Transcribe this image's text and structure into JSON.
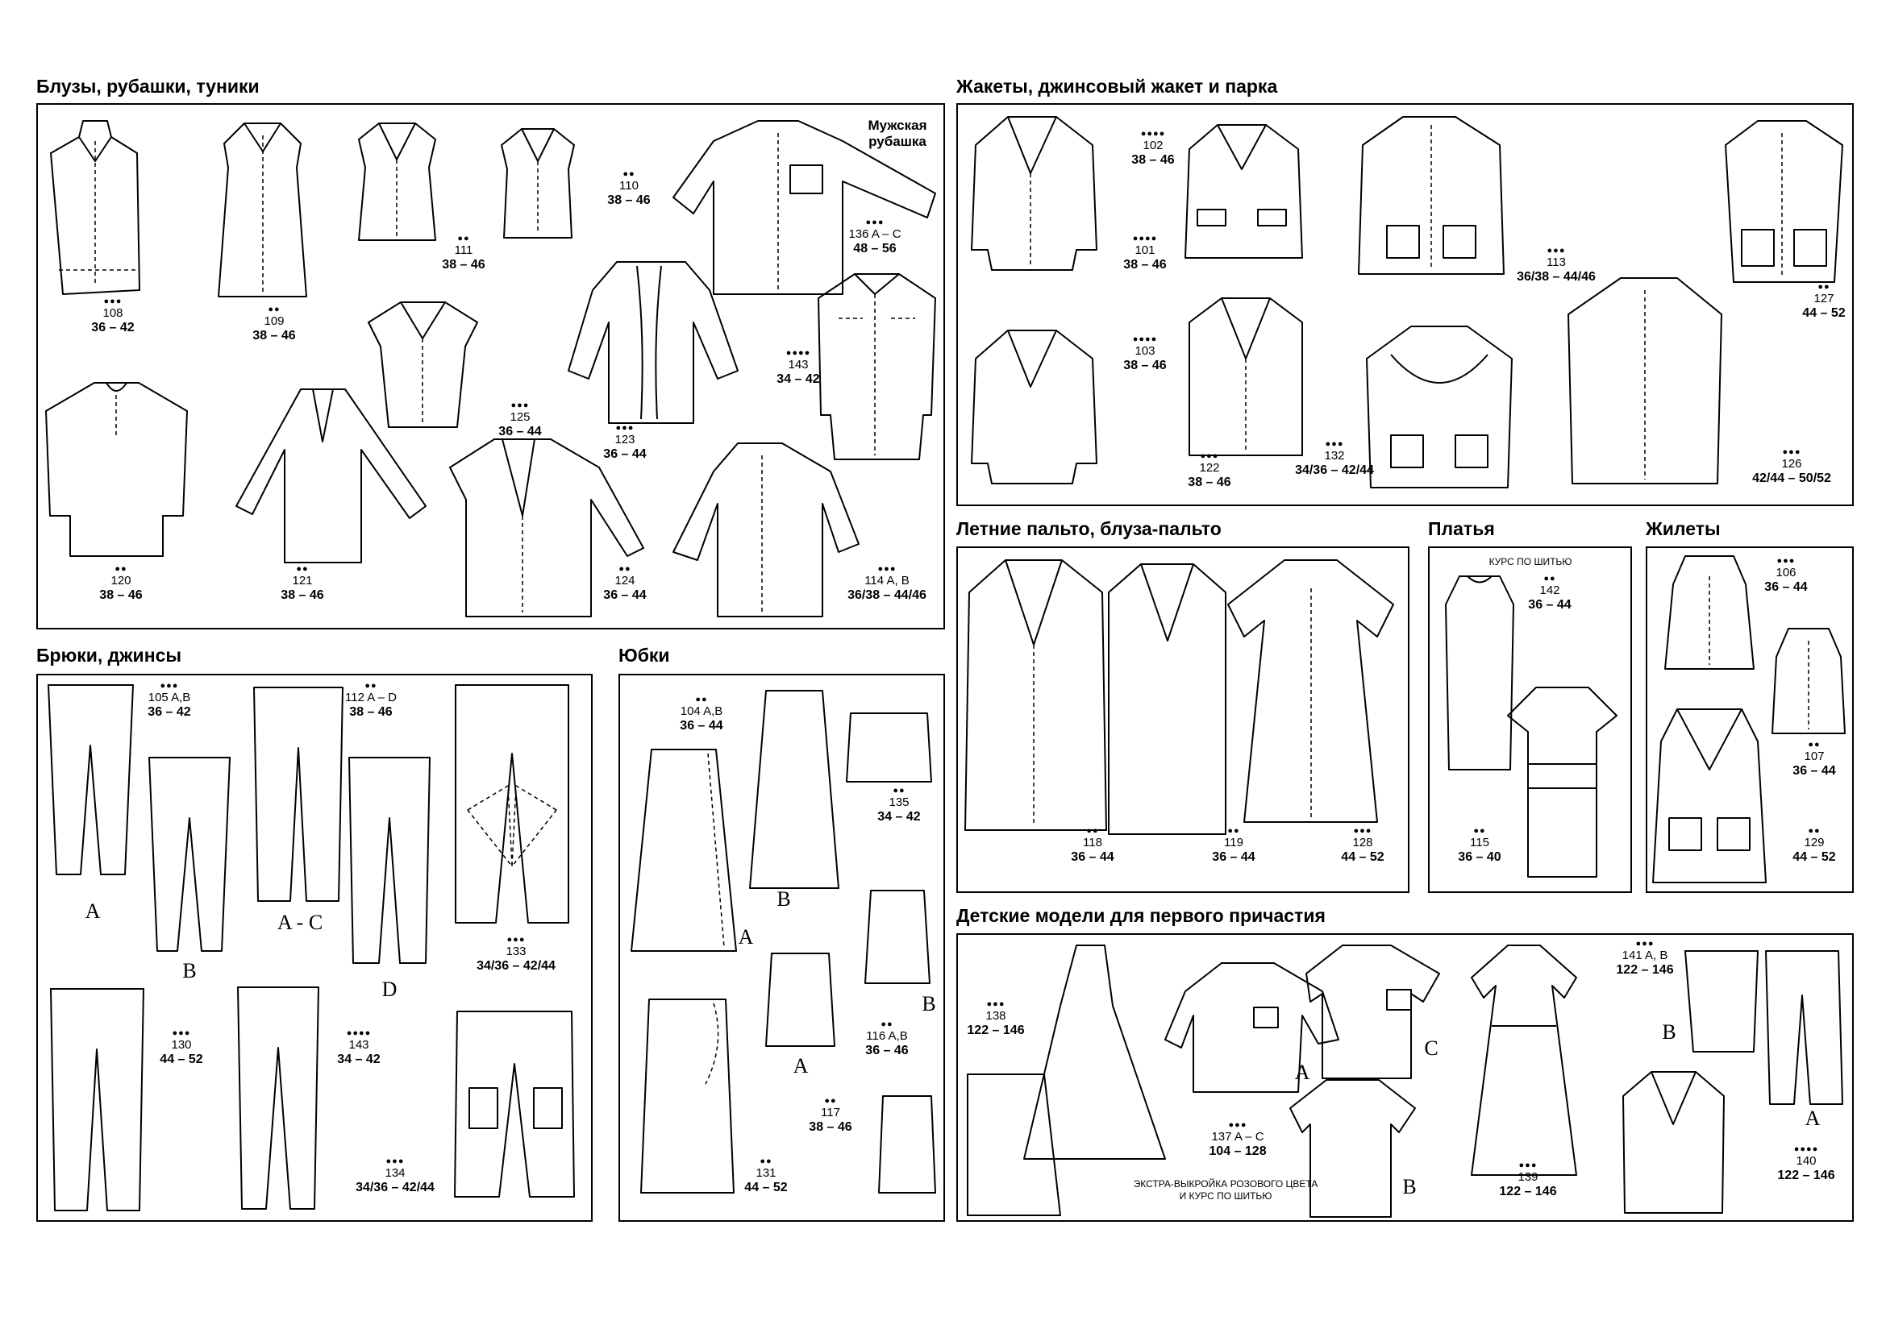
{
  "sections": {
    "blouses": "Блузы, рубашки, туники",
    "jackets": "Жакеты, джинсовый жакет и парка",
    "trousers": "Брюки, джинсы",
    "skirts": "Юбки",
    "coats": "Летние пальто, блуза-пальто",
    "dresses": "Платья",
    "vests": "Жилеты",
    "kids": "Детские модели для первого причастия"
  },
  "notes": {
    "mens_shirt": "Мужская рубашка",
    "course_142": "КУРС ПО ШИТЬЮ",
    "extra_137": "ЭКСТРА-ВЫКРОЙКА РОЗОВОГО ЦВЕТА И КУРС ПО ШИТЬЮ"
  },
  "models": [
    {
      "id": "m108",
      "dots": "●●●",
      "num": "108",
      "size": "36 – 42"
    },
    {
      "id": "m109",
      "dots": "●●",
      "num": "109",
      "size": "38 – 46"
    },
    {
      "id": "m111",
      "dots": "●●",
      "num": "111",
      "size": "38 – 46"
    },
    {
      "id": "m110",
      "dots": "●●",
      "num": "110",
      "size": "38 – 46"
    },
    {
      "id": "m136",
      "dots": "●●●",
      "num": "136 A – C",
      "size": "48 – 56"
    },
    {
      "id": "m125",
      "dots": "●●●",
      "num": "125",
      "size": "36 – 44"
    },
    {
      "id": "m123",
      "dots": "●●●",
      "num": "123",
      "size": "36 – 44"
    },
    {
      "id": "m143a",
      "dots": "●●●●",
      "num": "143",
      "size": "34 – 42"
    },
    {
      "id": "m120",
      "dots": "●●",
      "num": "120",
      "size": "38 – 46"
    },
    {
      "id": "m121",
      "dots": "●●",
      "num": "121",
      "size": "38 – 46"
    },
    {
      "id": "m124",
      "dots": "●●",
      "num": "124",
      "size": "36 – 44"
    },
    {
      "id": "m114",
      "dots": "●●●",
      "num": "114 A, B",
      "size": "36/38 – 44/46"
    },
    {
      "id": "m102",
      "dots": "●●●●",
      "num": "102",
      "size": "38 – 46"
    },
    {
      "id": "m101",
      "dots": "●●●●",
      "num": "101",
      "size": "38 – 46"
    },
    {
      "id": "m113",
      "dots": "●●●",
      "num": "113",
      "size": "36/38 – 44/46"
    },
    {
      "id": "m127",
      "dots": "●●",
      "num": "127",
      "size": "44 – 52"
    },
    {
      "id": "m103",
      "dots": "●●●●",
      "num": "103",
      "size": "38 – 46"
    },
    {
      "id": "m122",
      "dots": "●●●",
      "num": "122",
      "size": "38 – 46"
    },
    {
      "id": "m132",
      "dots": "●●●",
      "num": "132",
      "size": "34/36 – 42/44"
    },
    {
      "id": "m126",
      "dots": "●●●",
      "num": "126",
      "size": "42/44 – 50/52"
    },
    {
      "id": "m105",
      "dots": "●●●",
      "num": "105 A,B",
      "size": "36 – 42"
    },
    {
      "id": "m112",
      "dots": "●●",
      "num": "112 A – D",
      "size": "38 – 46"
    },
    {
      "id": "m133",
      "dots": "●●●",
      "num": "133",
      "size": "34/36 – 42/44"
    },
    {
      "id": "m130",
      "dots": "●●●",
      "num": "130",
      "size": "44 – 52"
    },
    {
      "id": "m143b",
      "dots": "●●●●",
      "num": "143",
      "size": "34 – 42"
    },
    {
      "id": "m134",
      "dots": "●●●",
      "num": "134",
      "size": "34/36 – 42/44"
    },
    {
      "id": "m104",
      "dots": "●●",
      "num": "104 A,B",
      "size": "36 – 44"
    },
    {
      "id": "m135",
      "dots": "●●",
      "num": "135",
      "size": "34 – 42"
    },
    {
      "id": "m116",
      "dots": "●●",
      "num": "116 A,B",
      "size": "36 – 46"
    },
    {
      "id": "m117",
      "dots": "●●",
      "num": "117",
      "size": "38 – 46"
    },
    {
      "id": "m131",
      "dots": "●●",
      "num": "131",
      "size": "44 – 52"
    },
    {
      "id": "m118",
      "dots": "●●",
      "num": "118",
      "size": "36 – 44"
    },
    {
      "id": "m119",
      "dots": "●●",
      "num": "119",
      "size": "36 – 44"
    },
    {
      "id": "m128",
      "dots": "●●●",
      "num": "128",
      "size": "44 – 52"
    },
    {
      "id": "m142",
      "dots": "●●",
      "num": "142",
      "size": "36 – 44"
    },
    {
      "id": "m115",
      "dots": "●●",
      "num": "115",
      "size": "36 – 40"
    },
    {
      "id": "m106",
      "dots": "●●●",
      "num": "106",
      "size": "36 – 44"
    },
    {
      "id": "m107",
      "dots": "●●",
      "num": "107",
      "size": "36 – 44"
    },
    {
      "id": "m129",
      "dots": "●●",
      "num": "129",
      "size": "44 – 52"
    },
    {
      "id": "m138",
      "dots": "●●●",
      "num": "138",
      "size": "122 – 146"
    },
    {
      "id": "m137",
      "dots": "●●●",
      "num": "137 A – C",
      "size": "104 – 128"
    },
    {
      "id": "m139",
      "dots": "●●●",
      "num": "139",
      "size": "122 – 146"
    },
    {
      "id": "m141",
      "dots": "●●●",
      "num": "141 A, B",
      "size": "122 – 146"
    },
    {
      "id": "m140",
      "dots": "●●●●",
      "num": "140",
      "size": "122 – 146"
    }
  ],
  "letters": {
    "t105a": "A",
    "t105b": "B",
    "t112ac": "A - C",
    "t112d": "D",
    "s104b": "B",
    "s104a": "A",
    "s116b": "B",
    "s116a": "A",
    "k137a": "A",
    "k137c": "C",
    "k137b": "B",
    "k141b": "B",
    "k141a": "A"
  }
}
